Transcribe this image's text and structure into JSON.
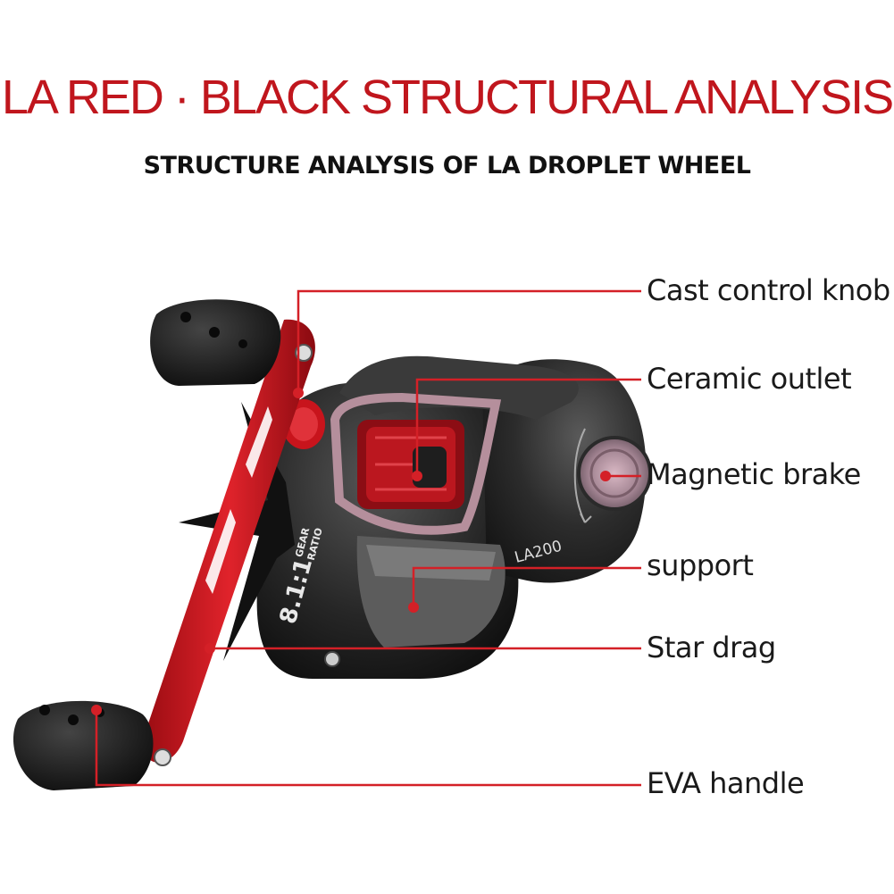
{
  "header": {
    "title": "LA RED · BLACK STRUCTURAL ANALYSIS",
    "subtitle": "STRUCTURE ANALYSIS OF LA DROPLET WHEEL"
  },
  "reel": {
    "gear_ratio_value": "8.1:1",
    "gear_ratio_word1": "GEAR",
    "gear_ratio_word2": "RATIO",
    "model": "LA200"
  },
  "callouts": [
    {
      "label": "Cast control knob"
    },
    {
      "label": "Ceramic outlet"
    },
    {
      "label": "Magnetic brake"
    },
    {
      "label": "support"
    },
    {
      "label": "Star drag"
    },
    {
      "label": "EVA handle"
    }
  ],
  "colors": {
    "accent": "#c0161d",
    "callout_line": "#d42027",
    "reel_body": "#2a2a2a",
    "text": "#1a1a1a"
  }
}
